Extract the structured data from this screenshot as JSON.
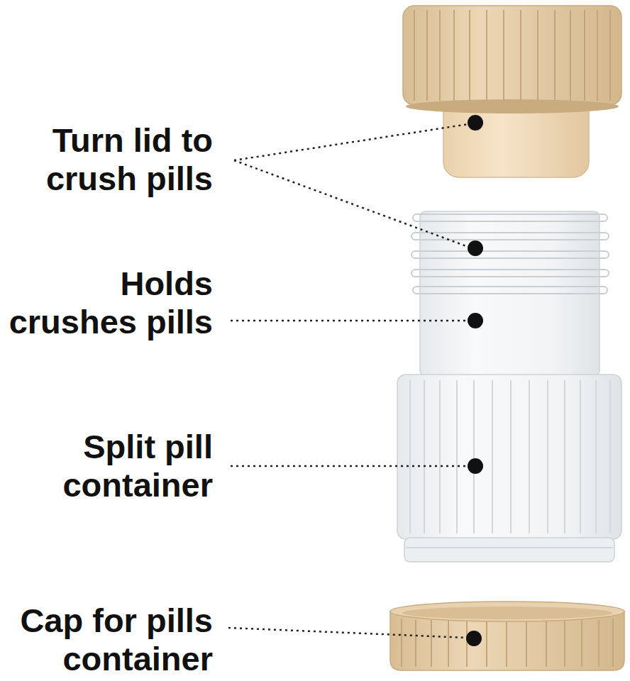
{
  "diagram": {
    "labels": [
      "Turn lid to crush pills",
      "Holds crushes pills",
      "Split pill container",
      "Cap for pills container"
    ]
  }
}
